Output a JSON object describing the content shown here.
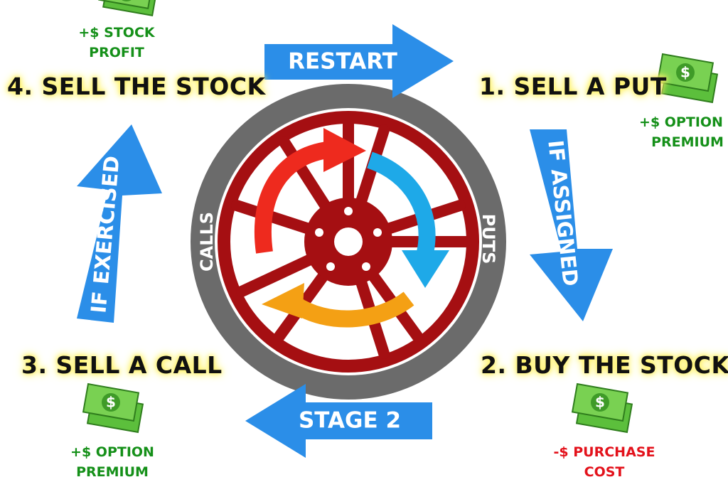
{
  "steps": {
    "sell_put": "1. SELL A PUT",
    "buy_stock": "2. BUY THE STOCK",
    "sell_call": "3. SELL A CALL",
    "sell_stock": "4. SELL THE STOCK"
  },
  "notes": {
    "put_premium": [
      "+$ OPTION",
      "PREMIUM"
    ],
    "purchase_cost": [
      "-$ PURCHASE",
      "COST"
    ],
    "call_premium": [
      "+$ OPTION",
      "PREMIUM"
    ],
    "stock_profit": [
      "+$ STOCK",
      "PROFIT"
    ]
  },
  "arrows": {
    "restart": "RESTART",
    "if_assigned": "IF ASSIGNED",
    "stage_2": "STAGE 2",
    "if_exercised": "IF EXERCISED"
  },
  "ring": {
    "calls": "CALLS",
    "puts": "PUTS"
  },
  "money_icon": {
    "symbol": "$"
  },
  "colors": {
    "arrow_blue": "#2b8ee8",
    "wheel_red": "#a50f12",
    "tire_gray": "#6b6b6b",
    "cycle_red": "#ee2a1e",
    "cycle_blue": "#1ea9e8",
    "cycle_orange": "#f4a014",
    "money_green": "#5cbf3c",
    "gain_green": "#159019",
    "cost_red": "#e3121b",
    "label_glow": "#fff36a"
  }
}
